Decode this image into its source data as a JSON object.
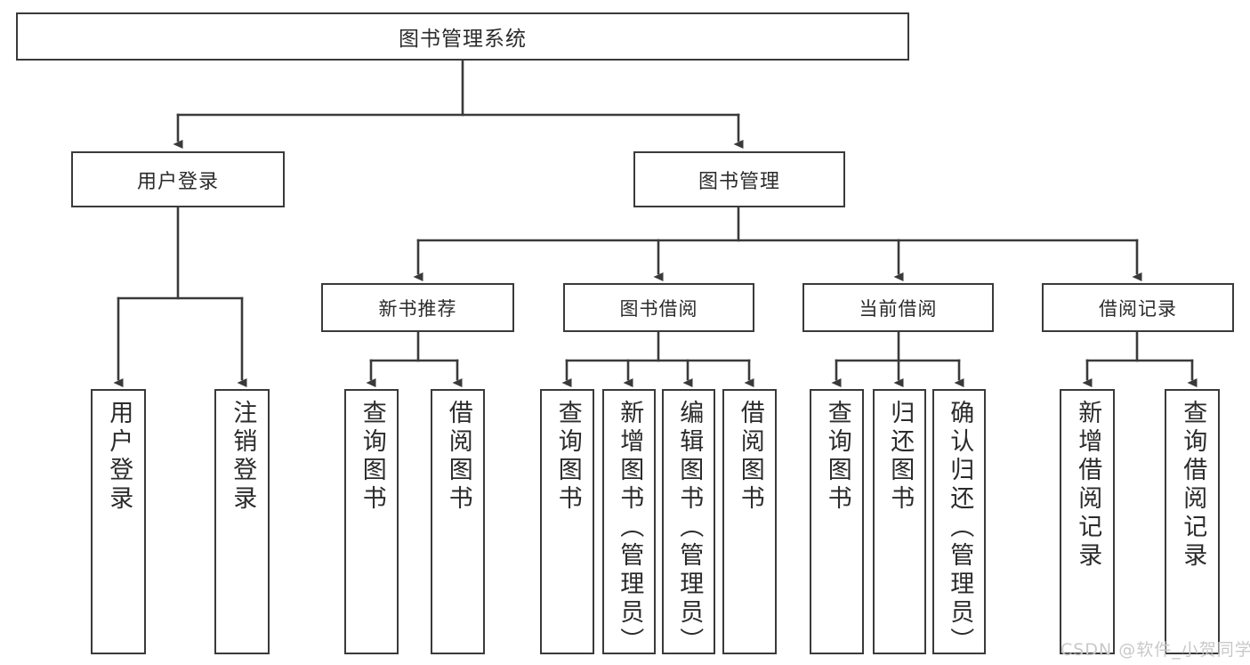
{
  "diagram": {
    "type": "hierarchy-tree",
    "title": "图书管理系统",
    "orientation": "top-down",
    "colors": {
      "box_stroke": "#3a3a3a",
      "box_fill": "#ffffff",
      "connector": "#3a3a3a",
      "text": "#2b2b2b",
      "watermark": "#c9c9c9",
      "canvas": "#ffffff"
    },
    "root": {
      "label": "图书管理系统"
    },
    "level1": [
      {
        "label": "用户登录"
      },
      {
        "label": "图书管理"
      }
    ],
    "level2": [
      {
        "label": "新书推荐"
      },
      {
        "label": "图书借阅"
      },
      {
        "label": "当前借阅"
      },
      {
        "label": "借阅记录"
      }
    ],
    "leaves": {
      "user_login": [
        {
          "label": "用户登录"
        },
        {
          "label": "注销登录"
        }
      ],
      "new_book_recommend": [
        {
          "label": "查询图书"
        },
        {
          "label": "借阅图书"
        }
      ],
      "book_borrow": [
        {
          "label": "查询图书"
        },
        {
          "label": "新增图书（管理员）"
        },
        {
          "label": "编辑图书（管理员）"
        },
        {
          "label": "借阅图书"
        }
      ],
      "current_borrow": [
        {
          "label": "查询图书"
        },
        {
          "label": "归还图书"
        },
        {
          "label": "确认归还（管理员）"
        }
      ],
      "borrow_record": [
        {
          "label": "新增借阅记录"
        },
        {
          "label": "查询借阅记录"
        }
      ]
    }
  },
  "watermark": {
    "text": "CSDN @软件_小贺同学"
  }
}
